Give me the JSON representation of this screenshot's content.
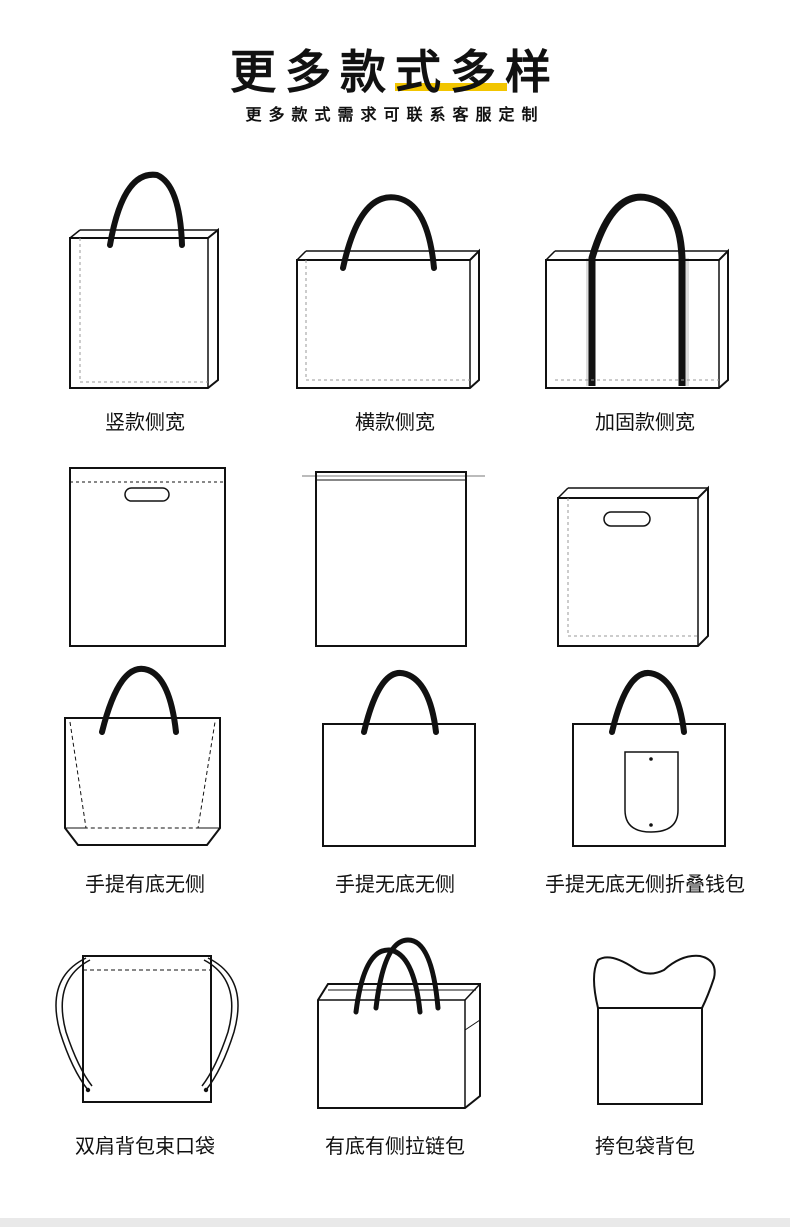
{
  "header": {
    "title": "更多款式多样",
    "subtitle": "更多款式需求可联系客服定制",
    "accent_color": "#f2c500"
  },
  "bags": [
    {
      "label": "竖款侧宽",
      "icon": "vertical-side-gusset-bag-icon"
    },
    {
      "label": "横款侧宽",
      "icon": "horizontal-side-gusset-bag-icon"
    },
    {
      "label": "加固款侧宽",
      "icon": "reinforced-side-gusset-bag-icon"
    },
    {
      "label": "",
      "icon": "die-cut-handle-flat-bag-icon"
    },
    {
      "label": "",
      "icon": "drawstring-flat-bag-icon"
    },
    {
      "label": "",
      "icon": "die-cut-handle-gusset-bag-icon"
    },
    {
      "label": "手提有底无侧",
      "icon": "handle-bottom-no-side-bag-icon"
    },
    {
      "label": "手提无底无侧",
      "icon": "handle-no-bottom-no-side-bag-icon"
    },
    {
      "label": "手提无底无侧折叠钱包",
      "icon": "foldable-wallet-bag-icon"
    },
    {
      "label": "双肩背包束口袋",
      "icon": "drawstring-backpack-icon"
    },
    {
      "label": "有底有侧拉链包",
      "icon": "zipper-gusset-bag-icon"
    },
    {
      "label": "挎包袋背包",
      "icon": "tote-knot-bag-icon"
    }
  ]
}
